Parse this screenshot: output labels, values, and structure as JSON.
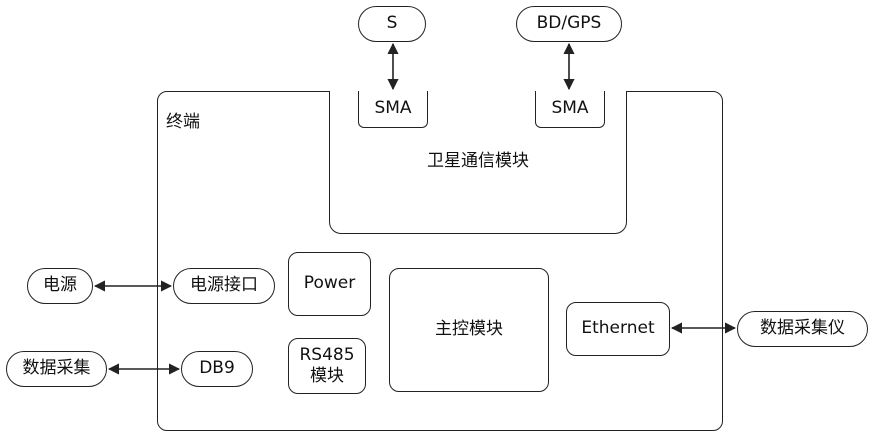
{
  "nodes": {
    "s": "S",
    "bd_gps": "BD/GPS",
    "terminal_label": "终端",
    "sma_left": "SMA",
    "sma_right": "SMA",
    "satellite_module": "卫星通信模块",
    "power_source": "电源",
    "power_interface": "电源接口",
    "power": "Power",
    "main_control": "主控模块",
    "ethernet": "Ethernet",
    "data_collector": "数据采集仪",
    "data_collection": "数据采集",
    "db9": "DB9",
    "rs485_line1": "RS485",
    "rs485_line2": "模块"
  },
  "colors": {
    "line": "#222222",
    "background": "#ffffff"
  }
}
